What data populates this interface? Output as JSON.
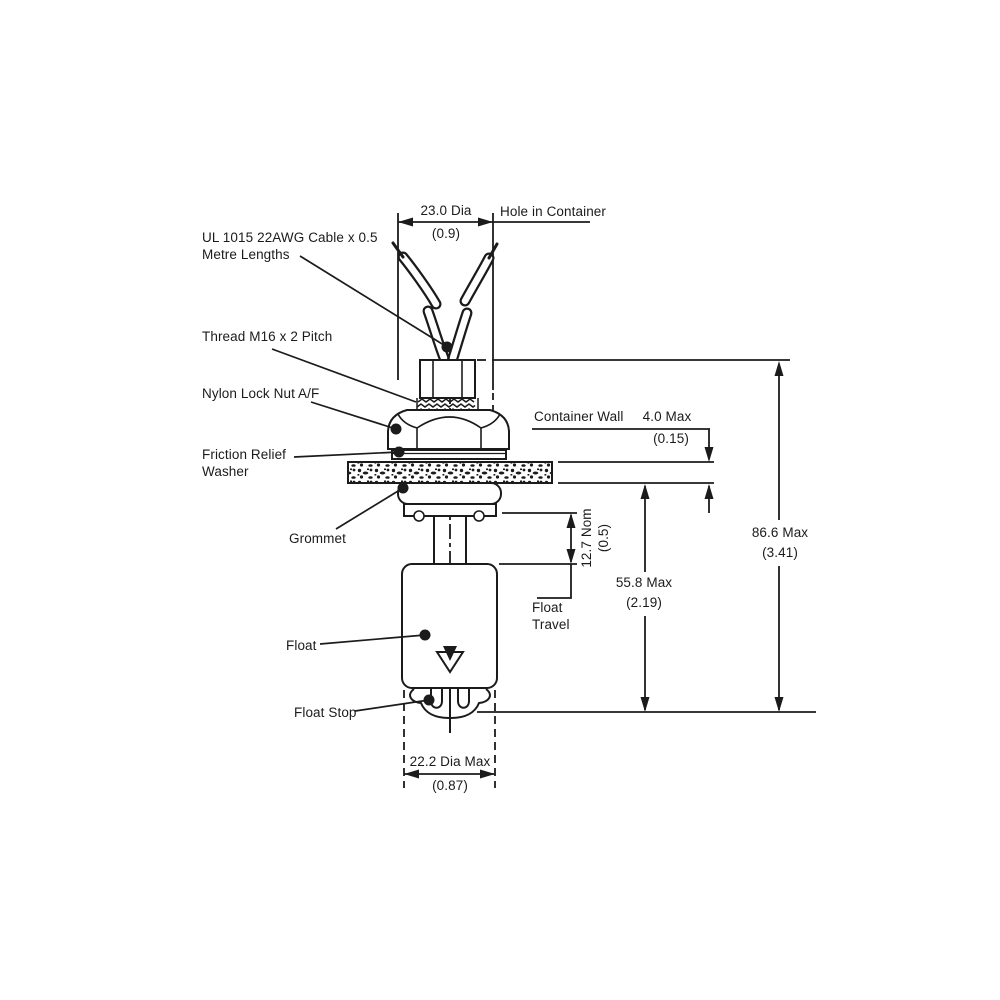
{
  "drawing": {
    "colors": {
      "ink": "#1b1b1b",
      "background": "#ffffff"
    },
    "labels": {
      "cable": "UL 1015 22AWG Cable x 0.5\nMetre Lengths",
      "thread": "Thread M16 x 2 Pitch",
      "lock_nut": "Nylon Lock Nut A/F",
      "friction_washer": "Friction Relief\nWasher",
      "grommet": "Grommet",
      "float": "Float",
      "float_stop": "Float Stop",
      "hole_in_container": "Hole in Container",
      "container_wall": "Container Wall",
      "float_travel": "Float\nTravel"
    },
    "dimensions": {
      "hole_dia": {
        "metric": "23.0 Dia",
        "inch": "(0.9)"
      },
      "wall_thickness": {
        "metric": "4.0 Max",
        "inch": "(0.15)"
      },
      "float_travel": {
        "metric": "12.7 Nom",
        "inch": "(0.5)"
      },
      "wall_to_stop": {
        "metric": "55.8 Max",
        "inch": "(2.19)"
      },
      "overall_length": {
        "metric": "86.6 Max",
        "inch": "(3.41)"
      },
      "float_dia": {
        "metric": "22.2 Dia Max",
        "inch": "(0.87)"
      }
    }
  }
}
